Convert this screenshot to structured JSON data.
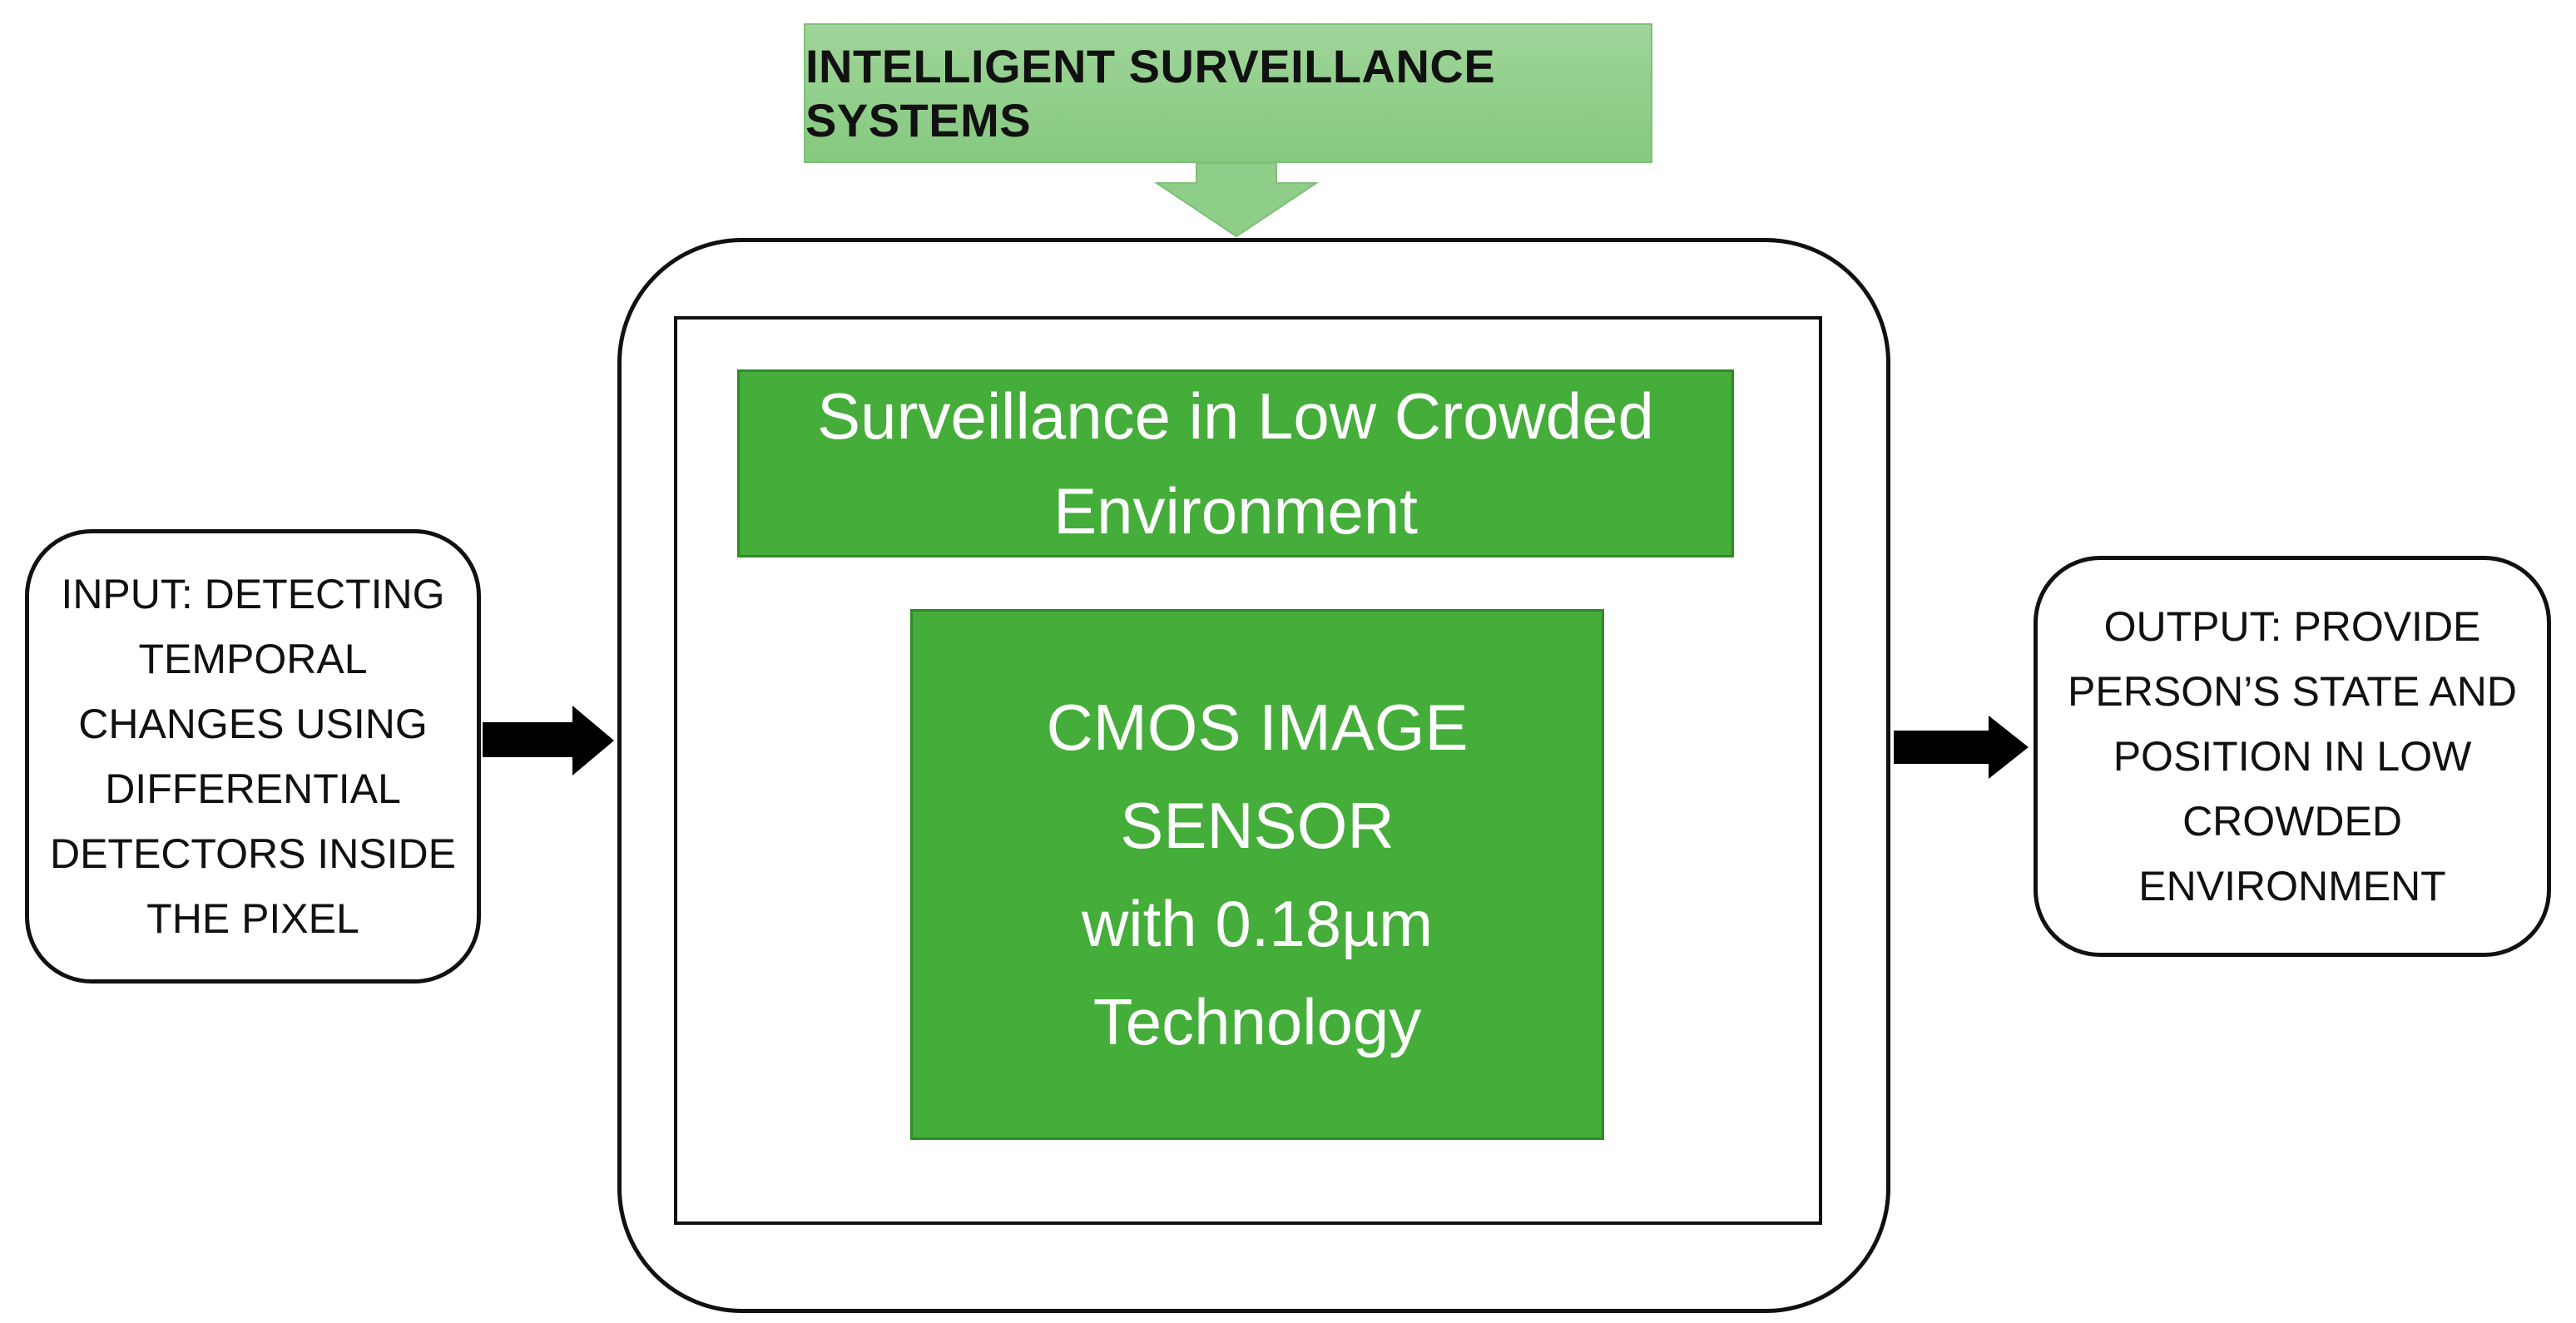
{
  "title": {
    "label": "INTELLIGENT SURVEILLANCE SYSTEMS",
    "fill_color": "#9fd59a"
  },
  "main_system": {
    "top_block": {
      "line1": "Surveillance in Low Crowded",
      "line2": "Environment"
    },
    "core_block": {
      "line1": "CMOS IMAGE SENSOR",
      "line2": "with 0.18µm",
      "line3": "Technology"
    },
    "block_color": "#45ad3a"
  },
  "input": {
    "lines": [
      "INPUT: DETECTING",
      "TEMPORAL",
      "CHANGES USING",
      "DIFFERENTIAL",
      "DETECTORS  INSIDE",
      "THE PIXEL"
    ]
  },
  "output": {
    "lines": [
      "OUTPUT: PROVIDE",
      "PERSON’S STATE AND",
      "POSITION  IN LOW",
      "CROWDED",
      "ENVIRONMENT"
    ]
  },
  "connectors": {
    "title_arrow": "down-arrow-icon",
    "input_arrow": "right-arrow-icon",
    "output_arrow": "right-arrow-icon"
  }
}
